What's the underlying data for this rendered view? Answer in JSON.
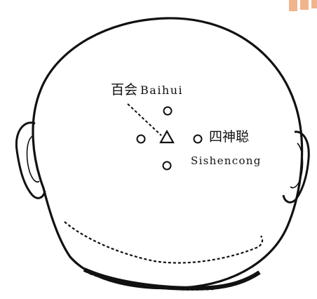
{
  "figure": {
    "baihui": {
      "chinese": "百会",
      "pinyin": "Baihui"
    },
    "sishencong": {
      "chinese": "四神聪",
      "pinyin": "Sishencong"
    },
    "colors": {
      "ink": "#111111",
      "background": "#ffffff",
      "corner_mark": "#f2b48c"
    },
    "icons": [
      "head-outline",
      "ear",
      "triangle-marker",
      "circle-marker",
      "hairline-dashed"
    ]
  }
}
